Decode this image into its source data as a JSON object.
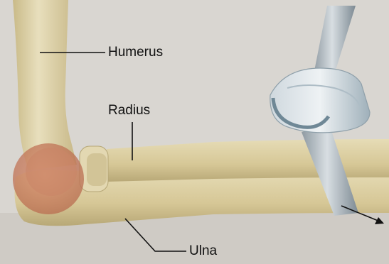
{
  "labels": {
    "humerus": "Humerus",
    "radius": "Radius",
    "ulna": "Ulna"
  },
  "colors": {
    "page_background": "#d9d6d1",
    "bone": "#d9cc9e",
    "bone_shadow": "#b7a874",
    "cartilage_highlight": "#c4775a",
    "joint_model": "#b8c6cf",
    "joint_model_inner": "#8ea1ad",
    "leader_line": "#111111"
  },
  "icons": {
    "motion_arrow": "arrow-icon"
  }
}
